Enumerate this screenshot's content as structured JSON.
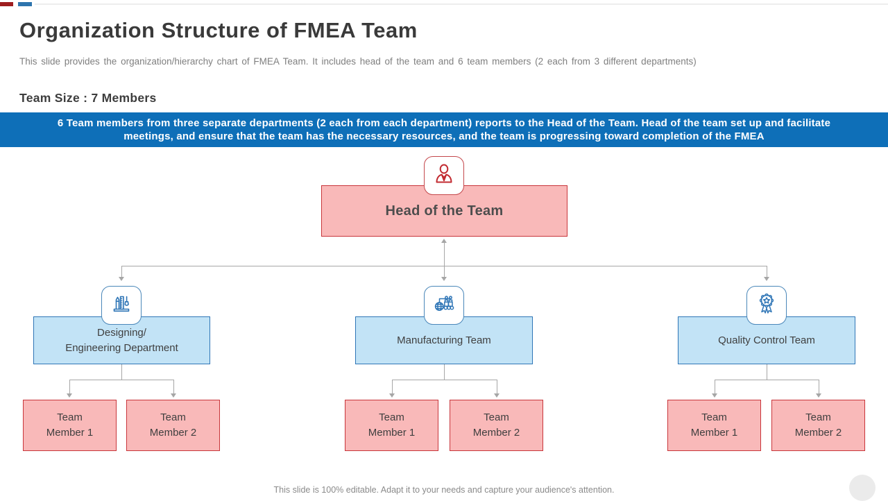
{
  "slide": {
    "title": "Organization Structure of FMEA Team",
    "subtitle": "This slide provides the organization/hierarchy chart of FMEA Team. It includes head of the team and 6 team members (2 each from 3 different departments)",
    "team_size": "Team Size : 7 Members",
    "banner": "6 Team members from three separate departments (2 each from each department) reports to the Head of the Team. Head of the team set up and facilitate meetings, and ensure that the team has the necessary resources, and the team is progressing toward completion of the FMEA",
    "footer": "This slide is 100% editable. Adapt it to your needs and capture your audience's attention."
  },
  "org": {
    "head": {
      "label": "Head of the Team",
      "icon": "person-icon"
    },
    "departments": [
      {
        "label": "Designing/\nEngineering Department",
        "icon": "design-tools-icon",
        "members": [
          "Team\nMember 1",
          "Team\nMember 2"
        ]
      },
      {
        "label": "Manufacturing Team",
        "icon": "factory-machine-icon",
        "members": [
          "Team\nMember 1",
          "Team\nMember 2"
        ]
      },
      {
        "label": "Quality Control Team",
        "icon": "award-badge-icon",
        "members": [
          "Team\nMember 1",
          "Team\nMember 2"
        ]
      }
    ]
  },
  "colors": {
    "accent_red": "#9e1d1f",
    "accent_blue": "#2e74ad",
    "banner_blue": "#0e6fb8",
    "pink_fill": "#f9b9b9",
    "pink_border": "#c8353a",
    "light_blue_fill": "#c2e3f6",
    "blue_border": "#2e75b6",
    "connector_gray": "#a6a6a6"
  }
}
